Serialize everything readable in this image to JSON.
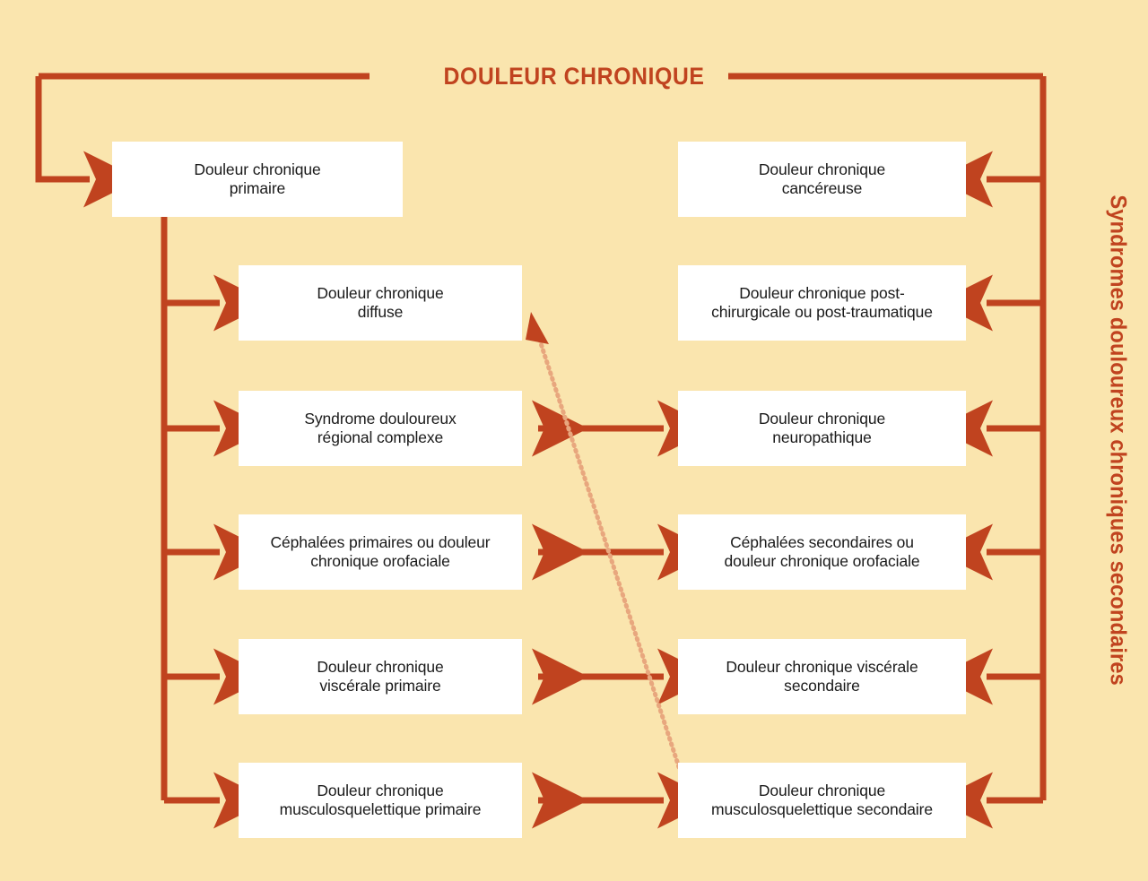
{
  "page": {
    "title": "DOULEUR CHRONIQUE",
    "side_label": "Syndromes douloureux chroniques secondaires",
    "background_color": "#FAE5AE",
    "accent_color": "#C0431F",
    "box_fill": "#FFFFFF",
    "text_color": "#1A1A1A",
    "dotted_color": "#E8A77E"
  },
  "columns": {
    "primary_title": "Douleur chronique primaire",
    "secondary_title": "Syndromes douloureux chroniques secondaires"
  },
  "left_column": [
    {
      "id": "primaire",
      "text": "Douleur chronique\nprimaire"
    },
    {
      "id": "diffuse",
      "text": "Douleur chronique\ndiffuse"
    },
    {
      "id": "sdrc",
      "text": "Syndrome douloureux\nrégional complexe"
    },
    {
      "id": "cephalees-primaires",
      "text": "Céphalées primaires ou douleur\nchronique orofaciale"
    },
    {
      "id": "viscerale-primaire",
      "text": "Douleur chronique\nviscérale primaire"
    },
    {
      "id": "musculo-primaire",
      "text": "Douleur chronique\nmusculosquelettique primaire"
    }
  ],
  "right_column": [
    {
      "id": "cancereuse",
      "text": "Douleur chronique\ncancéreuse"
    },
    {
      "id": "post-chirurgicale",
      "text": "Douleur chronique post-\nchirurgicale ou post-traumatique"
    },
    {
      "id": "neuropathique",
      "text": "Douleur chronique\nneuropathique"
    },
    {
      "id": "cephalees-secondaires",
      "text": "Céphalées secondaires ou\ndouleur chronique orofaciale"
    },
    {
      "id": "viscerale-secondaire",
      "text": "Douleur chronique viscérale\nsecondaire"
    },
    {
      "id": "musculo-secondaire",
      "text": "Douleur chronique\nmusculosquelettique secondaire"
    }
  ],
  "connectors": {
    "bidirectional_rows": [
      3,
      4,
      5,
      6
    ],
    "diagonal_dotted": {
      "from": "musculosquelettique secondaire area",
      "to": "douleur chronique diffuse area",
      "style": "dotted",
      "arrow_at": "top-left"
    }
  },
  "chart_data": {
    "type": "diagram",
    "title": "DOULEUR CHRONIQUE",
    "structure": "two-column classification tree",
    "left_branch_label": "Douleur chronique primaire",
    "right_branch_label": "Syndromes douloureux chroniques secondaires",
    "nodes_left": [
      "Douleur chronique primaire",
      "Douleur chronique diffuse",
      "Syndrome douloureux régional complexe",
      "Céphalées primaires ou douleur chronique orofaciale",
      "Douleur chronique viscérale primaire",
      "Douleur chronique musculosquelettique primaire"
    ],
    "nodes_right": [
      "Douleur chronique cancéreuse",
      "Douleur chronique post-chirurgicale ou post-traumatique",
      "Douleur chronique neuropathique",
      "Céphalées secondaires ou douleur chronique orofaciale",
      "Douleur chronique viscérale secondaire",
      "Douleur chronique musculosquelettique secondaire"
    ],
    "paired_links": [
      [
        "Syndrome douloureux régional complexe",
        "Douleur chronique neuropathique"
      ],
      [
        "Céphalées primaires ou douleur chronique orofaciale",
        "Céphalées secondaires ou douleur chronique orofaciale"
      ],
      [
        "Douleur chronique viscérale primaire",
        "Douleur chronique viscérale secondaire"
      ],
      [
        "Douleur chronique musculosquelettique primaire",
        "Douleur chronique musculosquelettique secondaire"
      ]
    ]
  }
}
